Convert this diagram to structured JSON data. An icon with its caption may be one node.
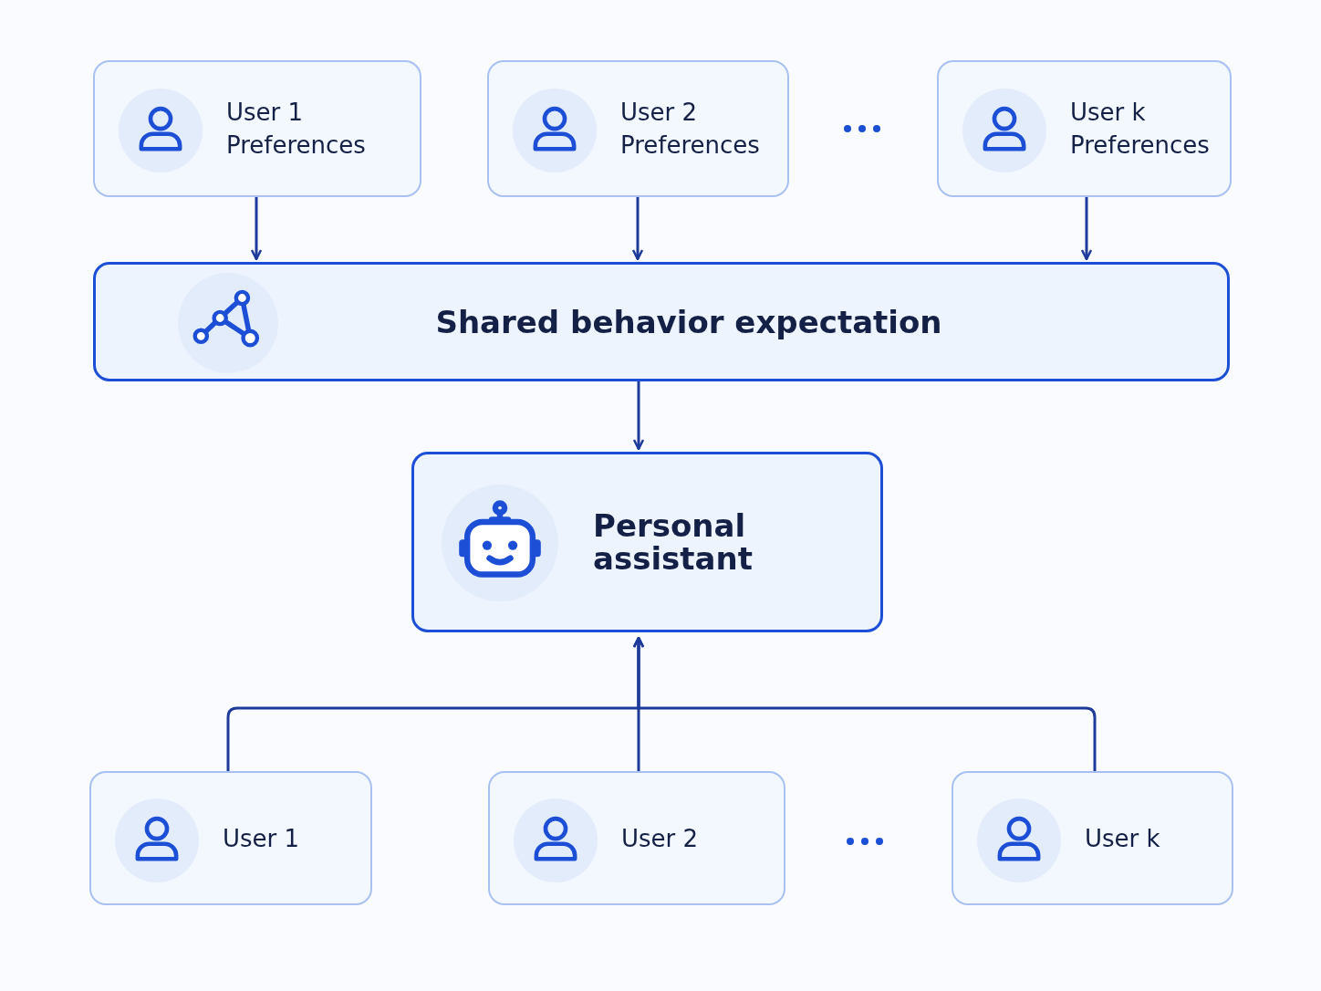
{
  "diagram": {
    "nodes": [
      {
        "text": [
          "User 1 Preferences"
        ]
      },
      {
        "text": [
          "User 2 Preferences"
        ]
      },
      {
        "text": [
          "User k Preferences"
        ]
      },
      {
        "text": [
          "Shared behavior expectation"
        ]
      },
      {
        "text": [
          "Personal assistant"
        ]
      },
      {
        "text": [
          "User 1"
        ]
      },
      {
        "text": [
          "User 2"
        ]
      },
      {
        "text": [
          "User k"
        ]
      }
    ],
    "edges": [
      {
        "from": 0,
        "to": 3,
        "arrow": "to"
      },
      {
        "from": 1,
        "to": 3,
        "arrow": "to"
      },
      {
        "from": 2,
        "to": 3,
        "arrow": "to"
      },
      {
        "from": 3,
        "to": 4,
        "arrow": "to"
      },
      {
        "from": 5,
        "to": 4,
        "arrow": "to"
      },
      {
        "from": 6,
        "to": 4,
        "arrow": "to"
      },
      {
        "from": 7,
        "to": 4,
        "arrow": "to"
      }
    ]
  }
}
